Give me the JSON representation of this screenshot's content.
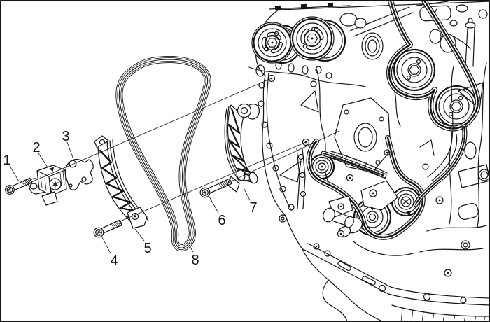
{
  "diagram": {
    "background": "#ffffff",
    "ink": "#141414",
    "callouts": [
      {
        "label": "1",
        "part": "tensioner-bolt"
      },
      {
        "label": "2",
        "part": "timing-chain-tensioner"
      },
      {
        "label": "3",
        "part": "tensioner-gasket"
      },
      {
        "label": "4",
        "part": "lower-guide-bolt"
      },
      {
        "label": "5",
        "part": "timing-chain-guide"
      },
      {
        "label": "6",
        "part": "upper-guide-bolt"
      },
      {
        "label": "7",
        "part": "upper-timing-chain-guide"
      },
      {
        "label": "8",
        "part": "timing-chain"
      }
    ]
  }
}
